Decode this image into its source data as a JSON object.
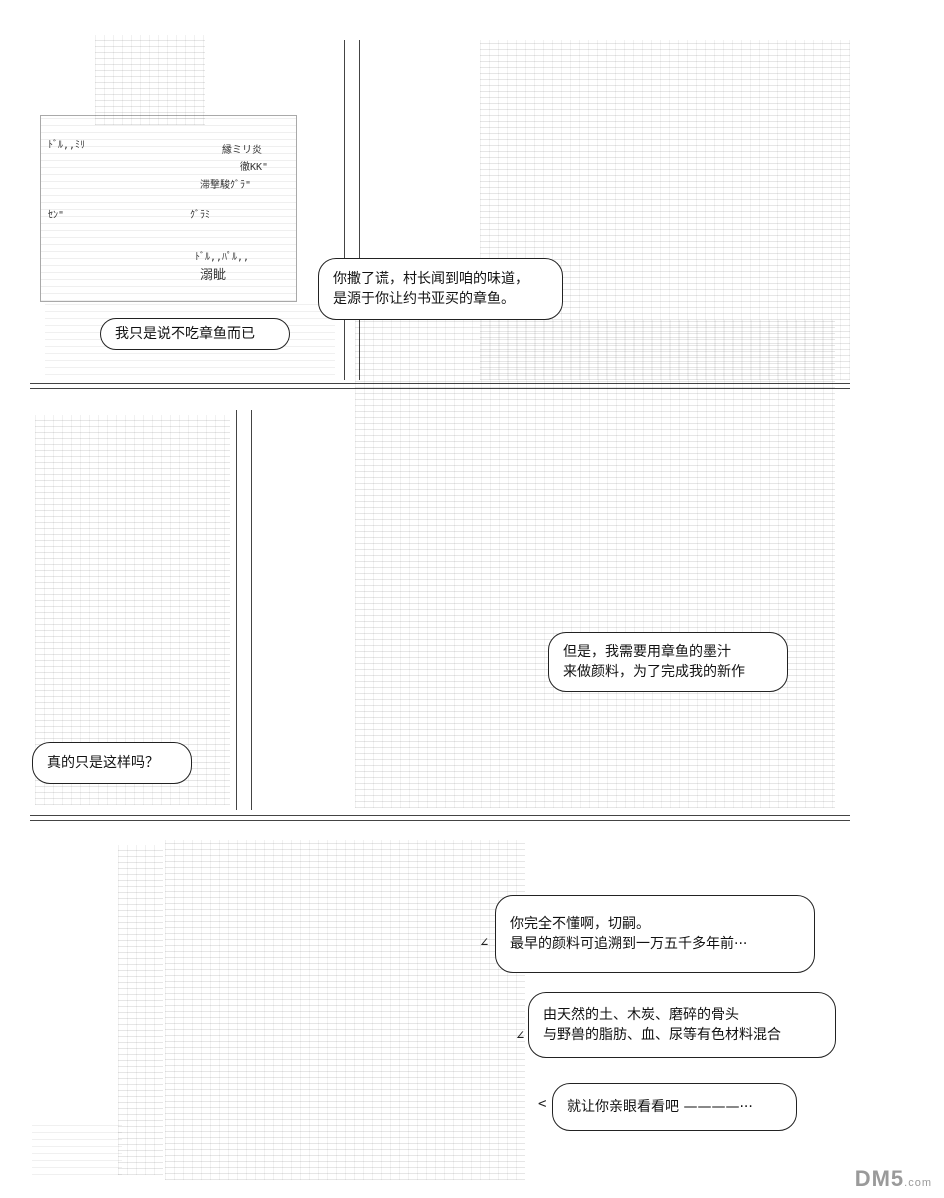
{
  "bubbles": {
    "b1": "你撒了谎，村长闻到咱的味道，",
    "b1b": "是源于你让约书亚买的章鱼。",
    "b2": "我只是说不吃章鱼而已",
    "b3": "但是，我需要用章鱼的墨汁",
    "b3b": "来做颜料，为了完成我的新作",
    "b4": "真的只是这样吗？",
    "b5": "你完全不懂啊，切嗣。",
    "b5b": "最早的颜料可追溯到一万五千多年前···",
    "b6": "由天然的土、木炭、磨碎的骨头",
    "b6b": "与野兽的脂肪、血、尿等有色材料混合",
    "b7": "就让你亲眼看看吧 ————···"
  },
  "art": {
    "sign1": "縁ミリ炎",
    "sign2": "徹KK\"",
    "sign3": "滞撃駿ｸﾞﾗ\"",
    "sign4": "溺眦",
    "sfx1": "ﾄﾞﾙ,,ﾐﾘ",
    "sfx2": "ﾄﾞﾙ,,ﾊﾟﾙ,,",
    "sfx3": "ｾﾝ\"",
    "sfx4": "ｸﾞﾗﾐ"
  },
  "watermark": {
    "brand": "DM5",
    "domain": ".com"
  }
}
